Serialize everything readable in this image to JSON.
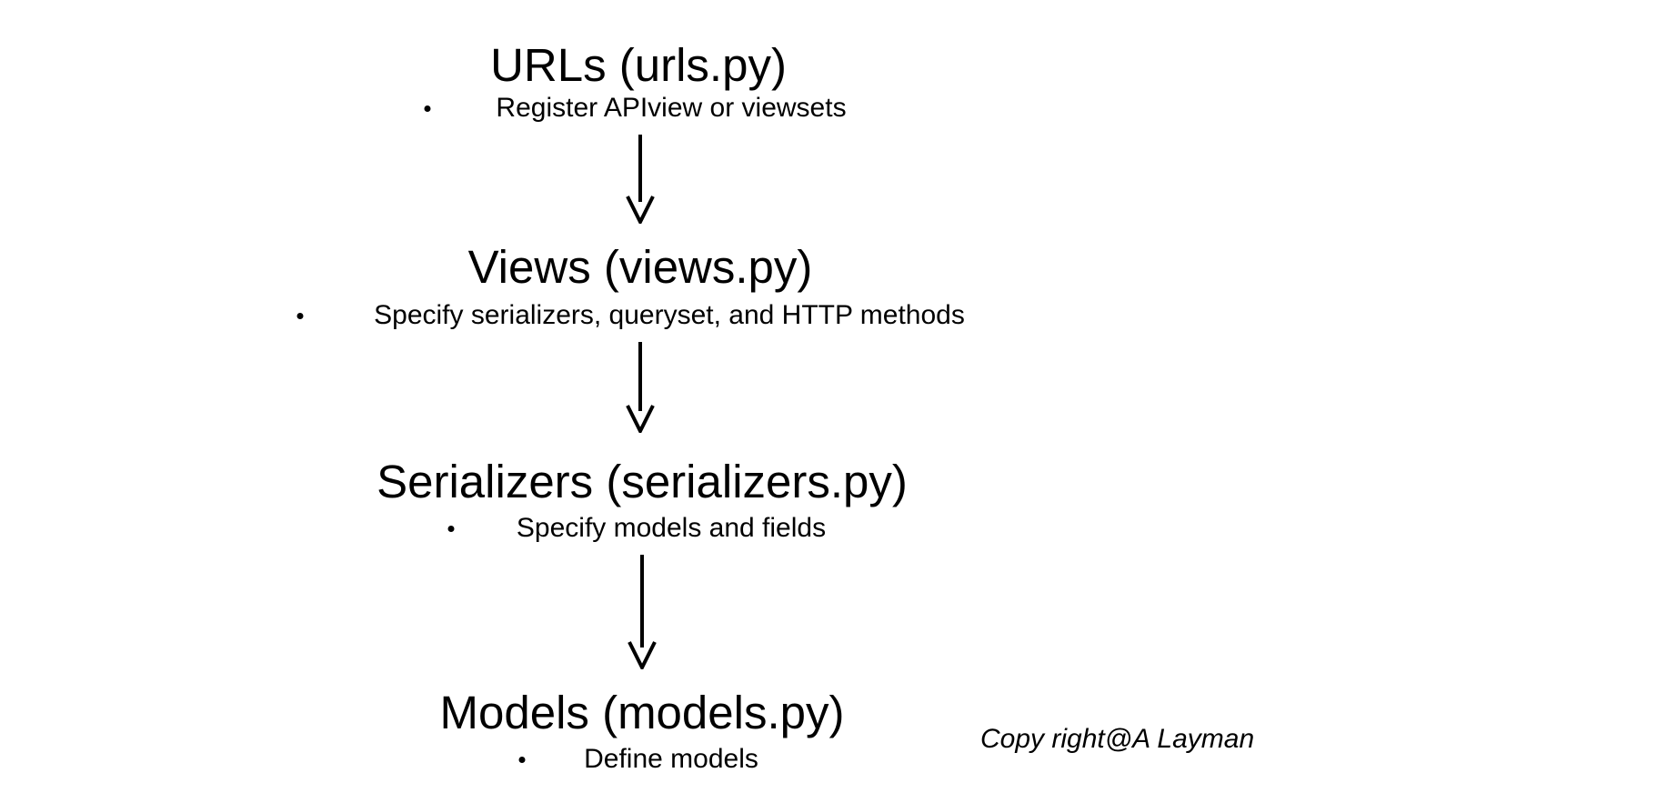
{
  "stages": [
    {
      "title": "URLs (urls.py)",
      "bullet": "Register APIview or viewsets"
    },
    {
      "title": "Views (views.py)",
      "bullet": "Specify serializers, queryset, and HTTP methods"
    },
    {
      "title": "Serializers (serializers.py)",
      "bullet": "Specify models and fields"
    },
    {
      "title": "Models (models.py)",
      "bullet": "Define models"
    }
  ],
  "copyright": "Copy right@A Layman",
  "colors": {
    "background": "#ffffff",
    "text": "#000000",
    "arrow": "#000000"
  }
}
